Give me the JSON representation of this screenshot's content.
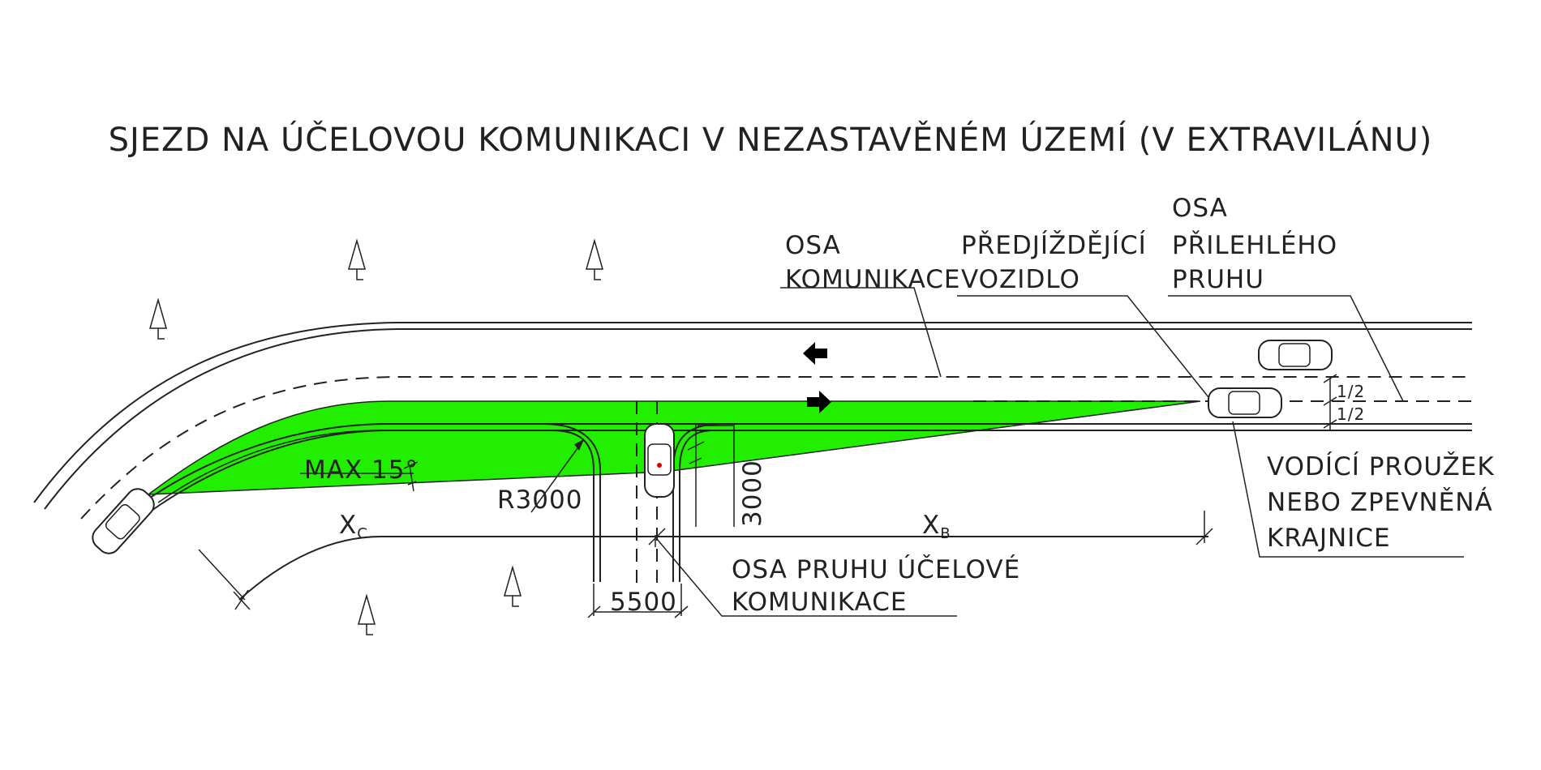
{
  "title": "SJEZD NA ÚČELOVOU KOMUNIKACI V NEZASTAVĚNÉM ÚZEMÍ (V EXTRAVILÁNU)",
  "labels": {
    "osa_komunikace": [
      "OSA",
      "KOMUNIKACE"
    ],
    "predjizdejici": [
      "PŘEDJÍŽDĚJÍCÍ",
      "VOZIDLO"
    ],
    "osa_prilehleho": [
      "OSA",
      "PŘILEHLÉHO",
      "PRUHU"
    ],
    "vodici": [
      "VODÍCÍ PROUŽEK",
      "NEBO ZPEVNĚNÁ",
      "KRAJNICE"
    ],
    "osa_pruhu": [
      "OSA PRUHU ÚČELOVÉ",
      "KOMUNIKACE"
    ]
  },
  "dimensions": {
    "max_angle": "MAX 15°",
    "radius": "R3000",
    "distance_3000": "3000",
    "width_5500": "5500",
    "xc": "X",
    "xc_sub": "C",
    "xb": "X",
    "xb_sub": "B",
    "half_top": "1/2",
    "half_bottom": "1/2"
  },
  "colors": {
    "sight_area": "#22ee00",
    "line": "#222222",
    "arrow": "#000000"
  },
  "icons": [
    "tree-icon",
    "car-icon",
    "arrow-left-icon",
    "arrow-right-icon"
  ]
}
